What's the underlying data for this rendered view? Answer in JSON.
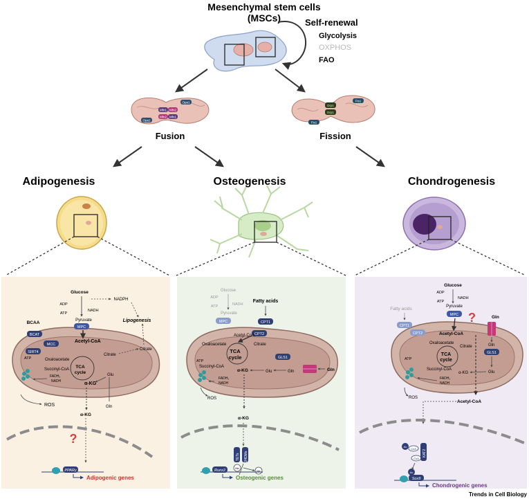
{
  "top": {
    "title_line1": "Mesenchymal stem cells",
    "title_line2": "(MSCs)",
    "self_renewal": "Self-renewal",
    "glycolysis": "Glycolysis",
    "oxphos": "OXPHOS",
    "fao": "FAO"
  },
  "dynamics": {
    "fusion": "Fusion",
    "fission": "Fission",
    "opa1_a": "Opa1",
    "opa1_b": "Opa1",
    "mfn1": "Mfn1",
    "mfn2": "Mfn2",
    "mfn1_b": "Mfn1",
    "mfn2_b": "Mfn2",
    "fis1_a": "Fis1",
    "fis1_b": "Fis1",
    "drp1_a": "Drp1",
    "drp1_b": "Drp1"
  },
  "lineages": {
    "adipo": "Adipogenesis",
    "osteo": "Osteogenesis",
    "chondro": "Chondrogenesis"
  },
  "adipo_panel": {
    "glucose": "Glucose",
    "nadph": "NADPH",
    "adp": "ADP",
    "atp": "ATP",
    "nadh": "NADH",
    "pyruvate": "Pyruvate",
    "lipogenesis": "Lipogenesis",
    "bcaa": "BCAA",
    "bcat": "BCAT",
    "mpc": "MPC",
    "mcc": "MCC",
    "sirt4": "SIRT4",
    "acetyl": "Acetyl-CoA",
    "citrate_in": "Citrate",
    "citrate_out": "Citrate",
    "oxaloacetate": "Oxaloacetate",
    "tca": "TCA",
    "cycle": "cycle",
    "succinyl": "Succinyl-CoA",
    "fadh": "FADH₂",
    "nadh2": "NADH",
    "akg": "α-KG",
    "glu": "Glu",
    "gln": "Gln",
    "atp2": "ATP",
    "ros": "ROS",
    "akg_out": "α-KG",
    "question": "?",
    "pparg": "PPARγ",
    "genes": "Adipogenic genes"
  },
  "osteo_panel": {
    "glucose": "Glucose",
    "adp": "ADP",
    "atp": "ATP",
    "nadh": "NADH",
    "pyruvate": "Pyruvate",
    "fatty_acids": "Fatty acids",
    "mpc": "MPC",
    "cpt1": "CPT1",
    "cpt2": "CPT2",
    "acetyl": "Acetyl-CoA",
    "oxaloacetate": "Oxaloacetate",
    "citrate": "Citrate",
    "tca": "TCA",
    "cycle": "cycle",
    "succinyl": "Succinyl-CoA",
    "fadh": "FADH₂",
    "nadh2": "NADH",
    "akg": "α-KG",
    "glu": "Glu",
    "gln": "Gln",
    "gln_out": "Gln",
    "gls1": "GLS1",
    "atp2": "ATP",
    "ros": "ROS",
    "akg_out": "α-KG",
    "tets": "TETs",
    "jmjd": "JHDMs",
    "me_a": "Me",
    "me_b": "Me",
    "runx2": "Runx2",
    "genes": "Osteogenic genes"
  },
  "chondro_panel": {
    "glucose": "Glucose",
    "adp": "ADP",
    "atp": "ATP",
    "nadh": "NADH",
    "pyruvate": "Pyruvate",
    "fatty_acids": "Fatty acids",
    "cpt1": "CPT1",
    "cpt2": "CPT2",
    "mpc": "MPC",
    "question": "?",
    "gln_out": "Gln",
    "acetyl": "Acetyl-CoA",
    "oxaloacetate": "Oxaloacetate",
    "citrate": "Citrate",
    "tca": "TCA",
    "cycle": "cycle",
    "succinyl": "Succinyl-CoA",
    "fadh": "FADH₂",
    "nadh2": "NADH",
    "akg": "α-KG",
    "gln": "Gln",
    "glu": "Glu",
    "gls1": "GLS1",
    "atp2": "ATP",
    "ros": "ROS",
    "acetyl_out": "Acetyl-CoA",
    "ac_a": "Ac",
    "ac_b": "Ac",
    "coa_a": "CoA",
    "coa_b": "CoA",
    "kat2": "KAT2",
    "sox9": "Sox9",
    "genes": "Chondrogenic genes"
  },
  "footer": {
    "brand": "Trends in Cell Biology"
  },
  "colors": {
    "adipo_bg": "#fbf1e3",
    "osteo_bg": "#eef3ea",
    "chondro_bg": "#efeaf3",
    "mito_fill": "#d9b8ae",
    "mito_inner": "#c59a8e",
    "navy": "#2f3f73",
    "adipo_red": "#c8372d",
    "osteo_green": "#5a8a3a",
    "chondro_purple": "#6b3a8a"
  }
}
